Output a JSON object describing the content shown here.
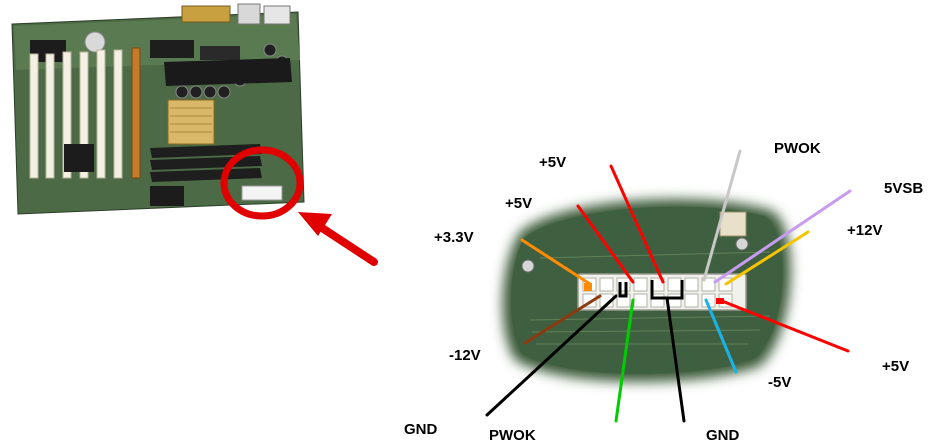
{
  "labels": {
    "plus5v_top": "+5V",
    "plus5v_mid": "+5V",
    "plus3_3v": "+3.3V",
    "minus12v": "-12V",
    "gnd_left": "GND",
    "pwok_bottom": "PWOK",
    "gnd_bottom": "GND",
    "pwok_top": "PWOK",
    "fivevsb": "5VSB",
    "plus12v": "+12V",
    "minus5v": "-5V",
    "plus5v_right": "+5V"
  },
  "colors": {
    "highlight_circle": "#e00000",
    "arrow": "#e00000",
    "wire_red": "#ff0000",
    "wire_orange": "#ff8c00",
    "wire_brown": "#8b3a0f",
    "wire_black": "#000000",
    "wire_green": "#00cc00",
    "wire_gray": "#c8c8c8",
    "wire_purple": "#c79cf0",
    "wire_yellow": "#f5c400",
    "wire_cyan": "#1ab3e6",
    "board_green": "#3c5a35",
    "connector_white": "#f2f2ec"
  }
}
